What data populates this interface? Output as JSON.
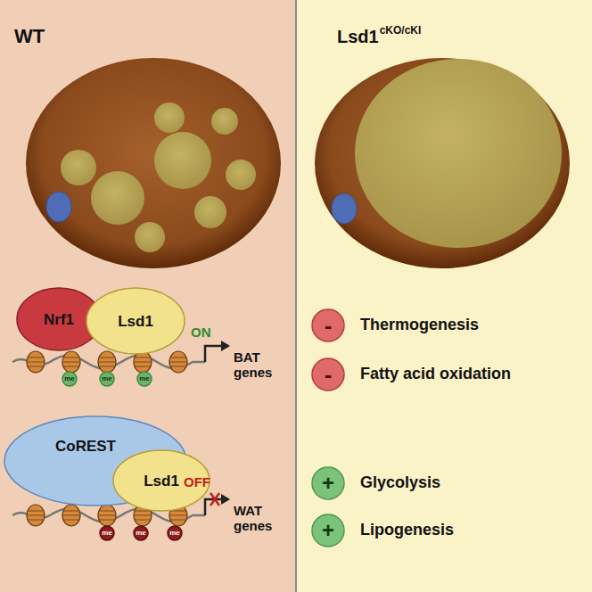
{
  "diagram": {
    "nodes": [
      {
        "text": [
          "Nrf1"
        ]
      },
      {
        "text": [
          "Lsd1"
        ]
      },
      {
        "text": [
          "me"
        ]
      },
      {
        "text": [
          "me"
        ]
      },
      {
        "text": [
          "me"
        ]
      },
      {
        "text": [
          "CoREST"
        ]
      },
      {
        "text": [
          "Lsd1"
        ]
      },
      {
        "text": [
          "me"
        ]
      },
      {
        "text": [
          "me"
        ]
      },
      {
        "text": [
          "me"
        ]
      },
      {
        "text": [
          "-"
        ]
      },
      {
        "text": [
          "-"
        ]
      },
      {
        "text": [
          "+"
        ]
      },
      {
        "text": [
          "+"
        ]
      }
    ],
    "labels": [
      "WT",
      "Lsd1",
      "cKO/cKI",
      "ON",
      "BAT genes",
      "OFF",
      "WAT genes",
      "Thermogenesis",
      "Fatty acid oxidation",
      "Glycolysis",
      "Lipogenesis"
    ]
  }
}
